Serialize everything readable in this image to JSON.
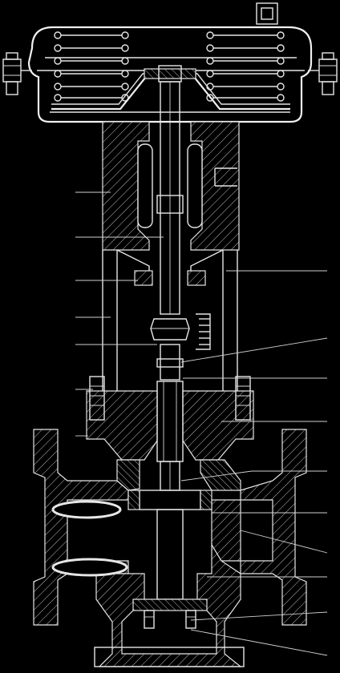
{
  "image": {
    "subject": "control-valve-cross-section"
  },
  "colors": {
    "background": "#000000",
    "linework": "#e6e6e6"
  },
  "leaders": [
    {
      "id": "actuator-spring",
      "side": "left"
    },
    {
      "id": "yoke-body",
      "side": "left"
    },
    {
      "id": "stem",
      "side": "left"
    },
    {
      "id": "stem-nut",
      "side": "left"
    },
    {
      "id": "yoke-leg",
      "side": "left"
    },
    {
      "id": "stem-connector",
      "side": "left"
    },
    {
      "id": "bonnet-stud",
      "side": "left"
    },
    {
      "id": "yoke-frame",
      "side": "right"
    },
    {
      "id": "travel-indicator",
      "side": "right"
    },
    {
      "id": "connector-block",
      "side": "right"
    },
    {
      "id": "packing",
      "side": "right"
    },
    {
      "id": "bonnet",
      "side": "right"
    },
    {
      "id": "plug-stem",
      "side": "right"
    },
    {
      "id": "valve-plug",
      "side": "right"
    },
    {
      "id": "body",
      "side": "right"
    },
    {
      "id": "seat-ring",
      "side": "right"
    },
    {
      "id": "bottom-bolt",
      "side": "right"
    },
    {
      "id": "bottom-flange",
      "side": "right"
    }
  ]
}
